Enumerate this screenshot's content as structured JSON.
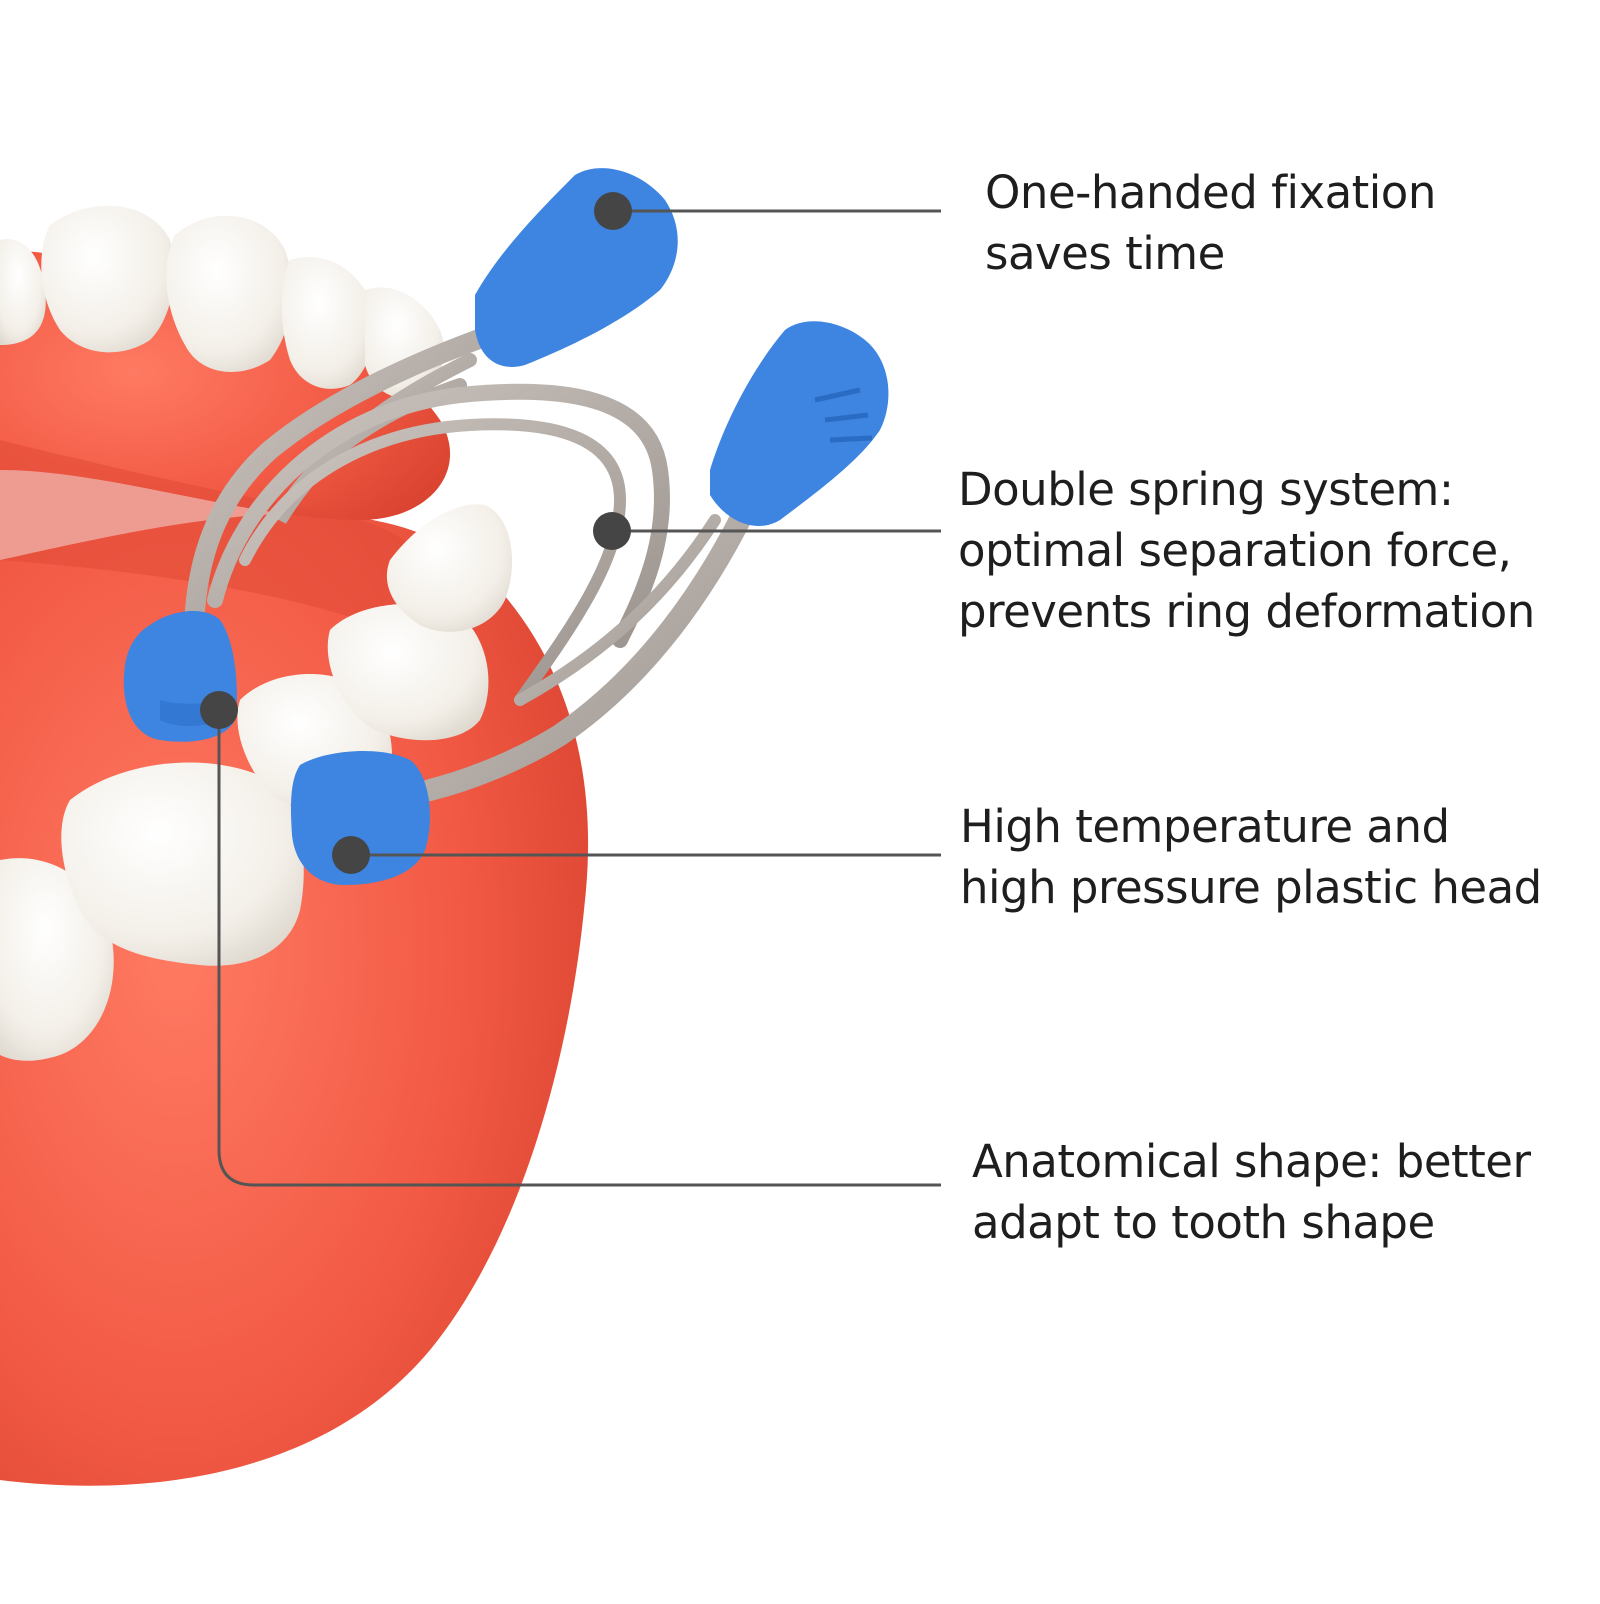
{
  "colors": {
    "gum": "#f25a45",
    "gum_shadow": "#d9432f",
    "tooth": "#f7f4ee",
    "tooth_shade": "#e2ddd4",
    "clip_blue": "#3d85e0",
    "clip_blue_dark": "#2a6cc4",
    "metal": "#b4aca6",
    "metal_edge": "#8f8781",
    "leader_line": "#555555",
    "dot": "#454545",
    "text": "#1e1e1e"
  },
  "callouts": [
    {
      "lines": [
        "One-handed fixation",
        "saves time"
      ]
    },
    {
      "lines": [
        "Double spring system:",
        "optimal separation force,",
        "prevents ring deformation"
      ]
    },
    {
      "lines": [
        "High temperature and",
        "high pressure plastic head"
      ]
    },
    {
      "lines": [
        "Anatomical shape: better",
        "adapt to tooth shape"
      ]
    }
  ]
}
